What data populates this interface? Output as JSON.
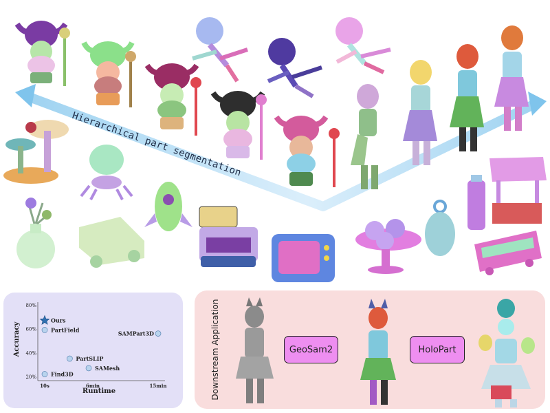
{
  "arrow_label": "Hierarchical part segmentation",
  "downstream_label": "Downstream Application",
  "methods": {
    "geosam": "GeoSam2",
    "holopart": "HoloPart"
  },
  "colors": {
    "chart_panel": "#e3e0f7",
    "app_panel": "#f9dddd",
    "method_box": "#ee8ef0",
    "arrow": "#7fc4ec"
  },
  "chart_data": {
    "type": "scatter",
    "title": "",
    "xlabel": "Runtime",
    "ylabel": "Accuracy",
    "x_ticks": [
      "10s",
      "6min",
      "15min"
    ],
    "y_ticks": [
      "20%",
      "40%",
      "60%",
      "80%"
    ],
    "ylim": [
      20,
      80
    ],
    "points": [
      {
        "label": "Ours",
        "runtime_min": 0.17,
        "accuracy": 67,
        "marker": "star"
      },
      {
        "label": "PartField",
        "runtime_min": 0.17,
        "accuracy": 59,
        "marker": "circle"
      },
      {
        "label": "SAMPart3D",
        "runtime_min": 15,
        "accuracy": 56,
        "marker": "circle"
      },
      {
        "label": "PartSLIP",
        "runtime_min": 3.2,
        "accuracy": 35,
        "marker": "circle"
      },
      {
        "label": "SAMesh",
        "runtime_min": 5.5,
        "accuracy": 27,
        "marker": "circle"
      },
      {
        "label": "Find3D",
        "runtime_min": 0.17,
        "accuracy": 22,
        "marker": "circle"
      }
    ]
  }
}
